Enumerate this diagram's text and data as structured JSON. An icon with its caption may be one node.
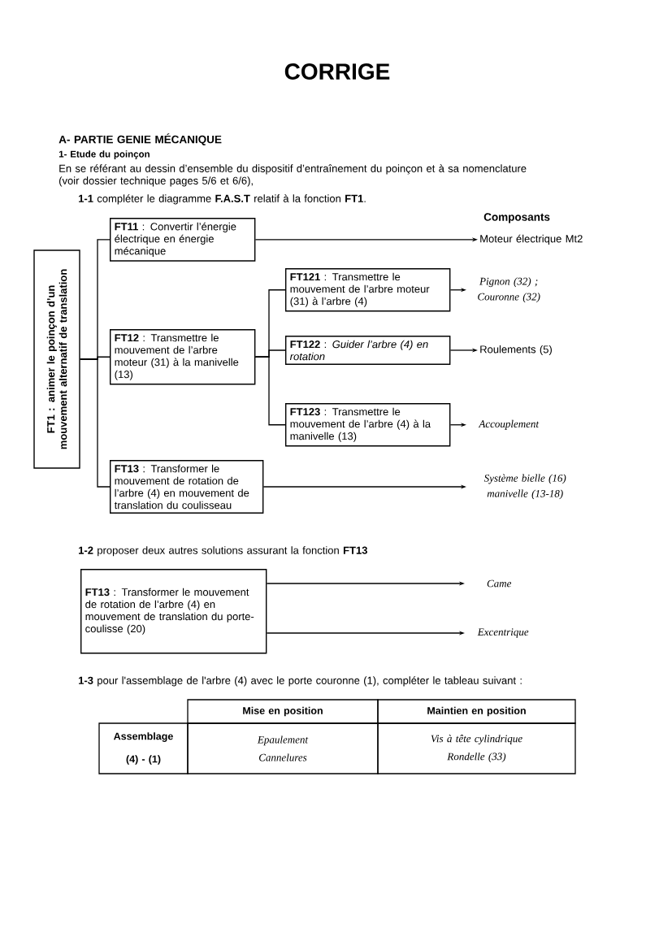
{
  "diagram": {
    "title": "CORRIGE",
    "nodes": [
      {
        "text": [
          "FT1 : animer le poinçon d’un mouvement alternatif de translation"
        ]
      },
      {
        "text": [
          "**FT11** : Convertir l’énergie électrique en énergie mécanique"
        ]
      },
      {
        "text": [
          "**FT12** : Transmettre le mouvement de l’arbre moteur (31) à la manivelle (13)"
        ]
      },
      {
        "text": [
          "**FT121** : Transmettre le mouvement de l’arbre moteur (31) à l’arbre (4)"
        ]
      },
      {
        "text": [
          "**FT122** : *Guider l’arbre (4) en rotation*"
        ]
      },
      {
        "text": [
          "**FT123** : Transmettre le mouvement de l’arbre (4) à la manivelle (13)"
        ]
      },
      {
        "text": [
          "**FT13** : Transformer le mouvement de rotation de l’arbre (4) en mouvement de translation du coulisseau"
        ]
      },
      {
        "text": [
          "Moteur électrique Mt2"
        ]
      },
      {
        "text": [
          "Pignon (32) ; Couronne (32)"
        ]
      },
      {
        "text": [
          "Roulements (5)"
        ]
      },
      {
        "text": [
          "Accouplement"
        ]
      },
      {
        "text": [
          "Système bielle (16) manivelle (13-18)"
        ]
      },
      {
        "text": [
          "**FT13** : Transformer le mouvement de rotation de l’arbre (4) en mouvement de translation du porte-coulisse (20)"
        ]
      },
      {
        "text": [
          "Came"
        ]
      },
      {
        "text": [
          "Excentrique"
        ]
      }
    ],
    "edges": [
      {
        "from": 0,
        "to": 1,
        "arrow": "none"
      },
      {
        "from": 0,
        "to": 2,
        "arrow": "none"
      },
      {
        "from": 0,
        "to": 6,
        "arrow": "none"
      },
      {
        "from": 2,
        "to": 3,
        "arrow": "none"
      },
      {
        "from": 2,
        "to": 4,
        "arrow": "none"
      },
      {
        "from": 2,
        "to": 5,
        "arrow": "none"
      },
      {
        "from": 1,
        "to": 7,
        "arrow": "to"
      },
      {
        "from": 3,
        "to": 8,
        "arrow": "to"
      },
      {
        "from": 4,
        "to": 9,
        "arrow": "to"
      },
      {
        "from": 5,
        "to": 10,
        "arrow": "to"
      },
      {
        "from": 6,
        "to": 11,
        "arrow": "to"
      },
      {
        "from": 12,
        "to": 13,
        "arrow": "to"
      },
      {
        "from": 12,
        "to": 14,
        "arrow": "to"
      }
    ],
    "labels": [
      "A- PARTIE GENIE MÉCANIQUE",
      "1- Etude du poinçon",
      "En se référant au dessin d’ensemble du dispositif d’entraînement du poinçon et à sa nomenclature (voir dossier technique pages 5/6 et 6/6),",
      "**1-1** compléter le diagramme **F.A.S.T** relatif à la fonction **FT1**.",
      "Composants",
      "**1-2** proposer deux autres solutions assurant la fonction **FT13**",
      "**1-3** pour l'assemblage de l'arbre (4) avec le porte couronne (1), compléter le tableau suivant :",
      "Mise en position",
      "Maintien en position",
      "Assemblage (4) - (1)",
      "Epaulement Cannelures",
      "Vis à tête cylindrique Rondelle (33)"
    ]
  }
}
